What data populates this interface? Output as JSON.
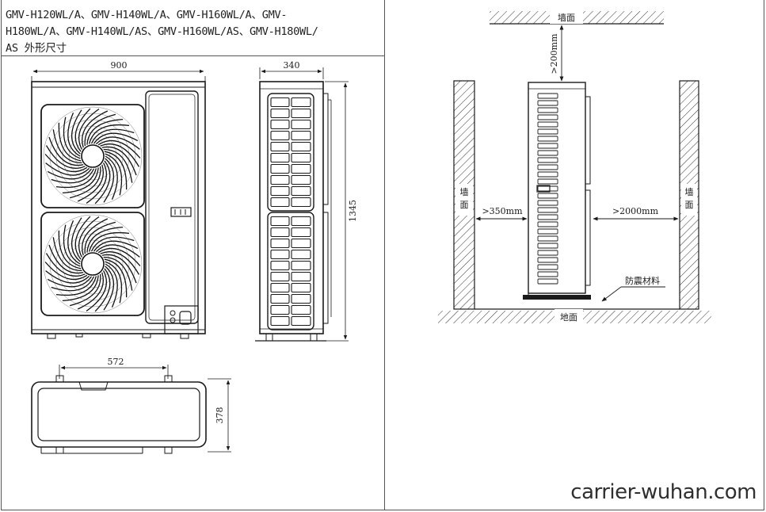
{
  "document": {
    "title_lines": [
      "GMV-H120WL/A、GMV-H140WL/A、GMV-H160WL/A、GMV-",
      "H180WL/A、GMV-H140WL/AS、GMV-H160WL/AS、GMV-H180WL/",
      "AS 外形尺寸"
    ]
  },
  "dimensions": {
    "front_width": "900",
    "side_depth": "340",
    "height": "1345",
    "bottom_mount_spacing": "572",
    "bottom_depth": "378"
  },
  "clearance": {
    "wall_top": "墙面",
    "top_clearance": ">200mm",
    "wall_left": "墙面",
    "left_clearance": ">350mm",
    "wall_right": "墙面",
    "right_clearance": ">2000mm",
    "ground": "地面",
    "damping_material": "防震材料"
  },
  "watermark": "carrier-wuhan.com",
  "colors": {
    "line": "#1a1a1a",
    "hatch": "#333333",
    "fan": "#111111"
  }
}
